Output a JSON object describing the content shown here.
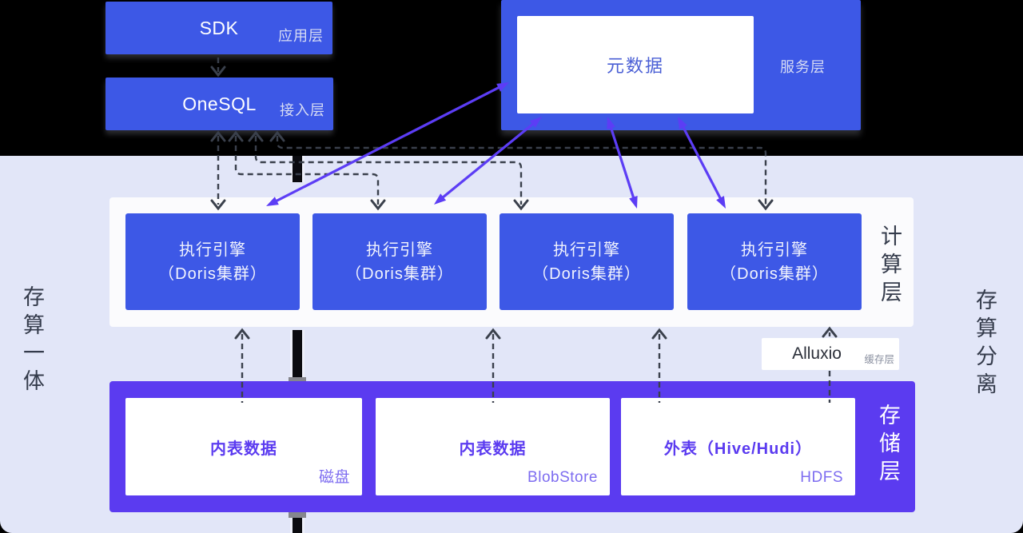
{
  "layers": {
    "app": {
      "title": "SDK",
      "tag": "应用层"
    },
    "access": {
      "title": "OneSQL",
      "tag": "接入层"
    },
    "service": {
      "title": "元数据",
      "tag": "服务层"
    },
    "compute": {
      "tag": "计算层",
      "engines": [
        {
          "line1": "执行引擎",
          "line2": "（Doris集群）"
        },
        {
          "line1": "执行引擎",
          "line2": "（Doris集群）"
        },
        {
          "line1": "执行引擎",
          "line2": "（Doris集群）"
        },
        {
          "line1": "执行引擎",
          "line2": "（Doris集群）"
        }
      ]
    },
    "cache": {
      "title": "Alluxio",
      "tag": "缓存层"
    },
    "storage": {
      "tag": "存储层",
      "boxes": [
        {
          "title": "内表数据",
          "corner": "磁盘"
        },
        {
          "title": "内表数据",
          "corner": "BlobStore"
        },
        {
          "title": "外表（Hive/Hudi）",
          "corner": "HDFS"
        }
      ]
    }
  },
  "side_labels": {
    "left": "存算一体",
    "right": "存算分离"
  },
  "colors": {
    "bg_black": "#000000",
    "canvas_lavender": "#E2E6F8",
    "box_blue": "#3D58E6",
    "panel_white": "#FBFBFD",
    "storage_purple": "#5B3BF0",
    "arrow_purple": "#5C3DF5",
    "dash_dark": "#3A404C",
    "metadata_text": "#4A5FD5",
    "storage_text": "#5B3BF0",
    "corner_label": "#7D6CF0",
    "tag_light": "#D7DCF4",
    "dark_text": "#343B4B"
  }
}
